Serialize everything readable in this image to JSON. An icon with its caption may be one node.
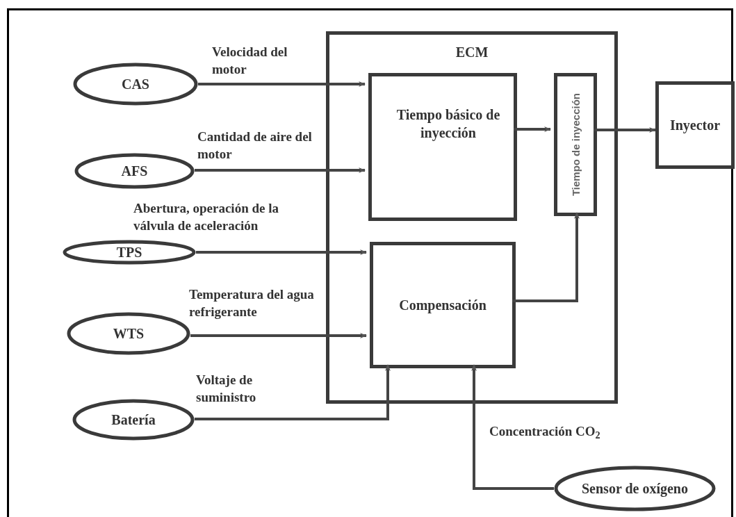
{
  "diagram": {
    "nodes": [
      {
        "text": [
          "CAS"
        ]
      },
      {
        "text": [
          "AFS"
        ]
      },
      {
        "text": [
          "TPS"
        ]
      },
      {
        "text": [
          "WTS"
        ]
      },
      {
        "text": [
          "Batería"
        ]
      },
      {
        "text": [
          "ECM"
        ]
      },
      {
        "text": [
          "Tiempo básico de inyección"
        ],
        "in": 5
      },
      {
        "text": [
          "Tiempo de inyección"
        ],
        "in": 5
      },
      {
        "text": [
          "Compensación"
        ],
        "in": 5
      },
      {
        "text": [
          "Inyector"
        ]
      },
      {
        "text": [
          "Sensor de oxígeno"
        ]
      }
    ],
    "edges": [
      {
        "from": 0,
        "to": 6,
        "arrow": "to",
        "label": "Velocidad del motor"
      },
      {
        "from": 1,
        "to": 6,
        "arrow": "to",
        "label": "Cantidad de aire del motor"
      },
      {
        "from": 2,
        "to": 8,
        "arrow": "to",
        "label": "Abertura, operación de la válvula de aceleración"
      },
      {
        "from": 3,
        "to": 8,
        "arrow": "to",
        "label": "Temperatura del agua refrigerante"
      },
      {
        "from": 4,
        "to": 8,
        "arrow": "to",
        "label": "Voltaje de suministro"
      },
      {
        "from": 10,
        "to": 8,
        "arrow": "to",
        "label": "Concentración CO$_{2}$"
      },
      {
        "from": 6,
        "to": 7,
        "arrow": "to"
      },
      {
        "from": 8,
        "to": 7,
        "arrow": "to"
      },
      {
        "from": 7,
        "to": 9,
        "arrow": "to"
      }
    ]
  }
}
